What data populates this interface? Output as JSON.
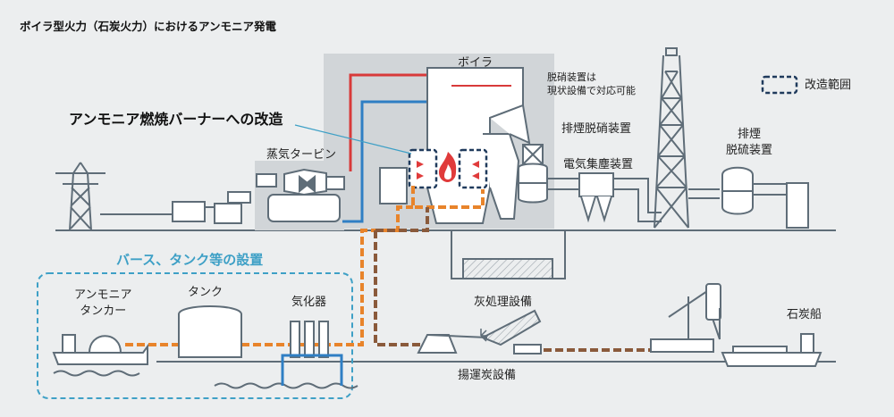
{
  "title": "ボイラ型火力（石炭火力）におけるアンモニア発電",
  "labels": {
    "boiler": "ボイラ",
    "denitration_note": "脱硝装置は\n現状設備で対応可能",
    "modification_range": "改造範囲",
    "burner_mod": "アンモニア燃焼バーナーへの改造",
    "steam_turbine": "蒸気タービン",
    "flue_gas_denitration": "排煙脱硝装置",
    "electrostatic_precipitator": "電気集塵装置",
    "flue_gas_desulfurization": "排煙\n脱硫装置",
    "berth_tank": "バース、タンク等の設置",
    "ammonia_tanker": "アンモニア\nタンカー",
    "tank": "タンク",
    "vaporizer": "気化器",
    "ash_handling": "灰処理設備",
    "coal_handling": "揚運炭設備",
    "coal_ship": "石炭船"
  },
  "colors": {
    "background": "#eceeef",
    "outline": "#5f6d78",
    "equipment_fill": "#ffffff",
    "building_block": "#d1d5d8",
    "ammonia_line": "#e8842b",
    "coal_line": "#8a5a3b",
    "steam_line": "#d83a3a",
    "water_line": "#2f7fc4",
    "modification_box": "#1f3a5c",
    "berth_area": "#3ea0c6"
  },
  "icons": [
    "transmission-tower-icon",
    "flame-icon",
    "stack-icon",
    "pumpjack-icon"
  ]
}
